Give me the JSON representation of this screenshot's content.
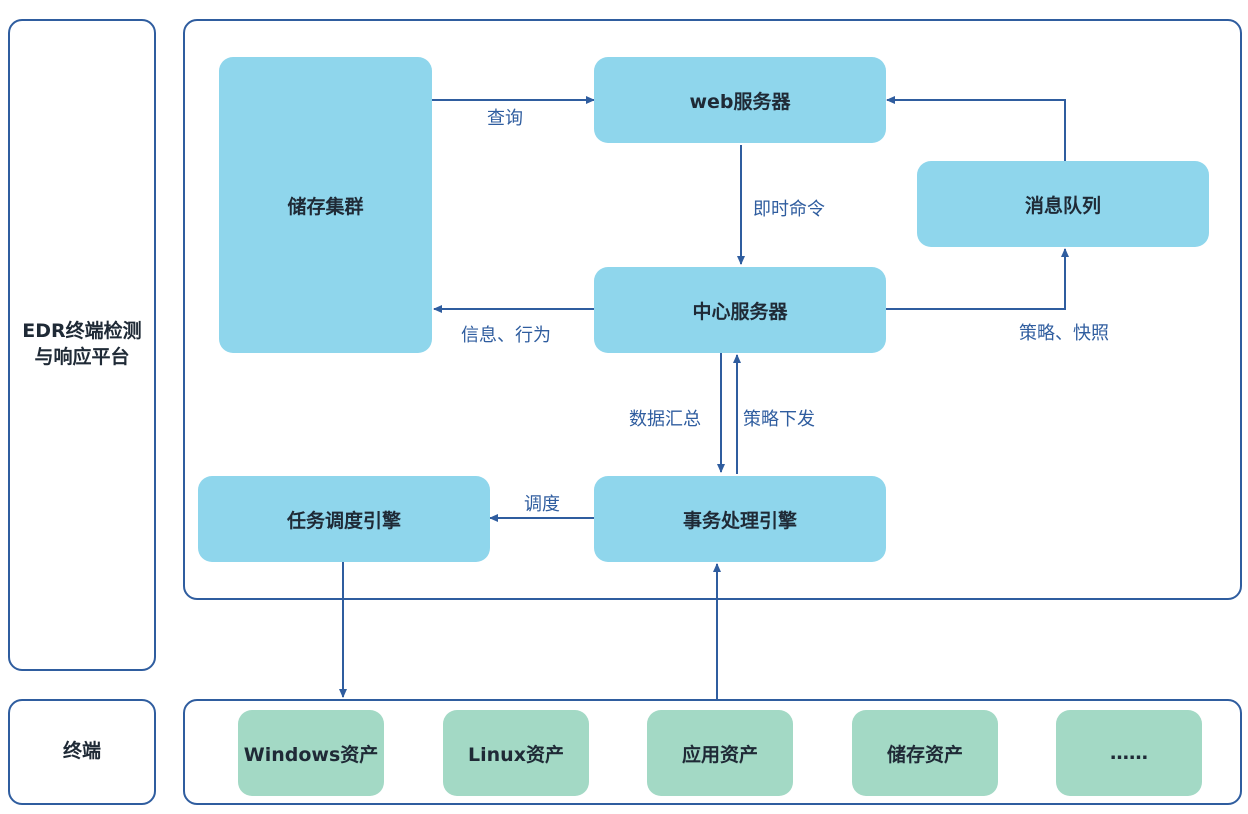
{
  "platform": {
    "side_label_line1": "EDR终端检测",
    "side_label_line2": "与响应平台",
    "storage_cluster": "储存集群",
    "web_server": "web服务器",
    "message_queue": "消息队列",
    "center_server": "中心服务器",
    "task_engine": "任务调度引擎",
    "transaction_engine": "事务处理引擎"
  },
  "edges": {
    "query": "查询",
    "instant_command": "即时命令",
    "info_behavior": "信息、行为",
    "policy_snapshot": "策略、快照",
    "data_summary": "数据汇总",
    "policy_dispatch": "策略下发",
    "schedule": "调度"
  },
  "terminal": {
    "side_label": "终端",
    "items": [
      {
        "label": "Windows资产"
      },
      {
        "label": "Linux资产"
      },
      {
        "label": "应用资产"
      },
      {
        "label": "储存资产"
      },
      {
        "label": "……"
      }
    ]
  },
  "colors": {
    "border": "#2f5d9f",
    "box_blue": "#8fd6ec",
    "box_green": "#a3d9c5",
    "arrow": "#2f5d9f"
  }
}
